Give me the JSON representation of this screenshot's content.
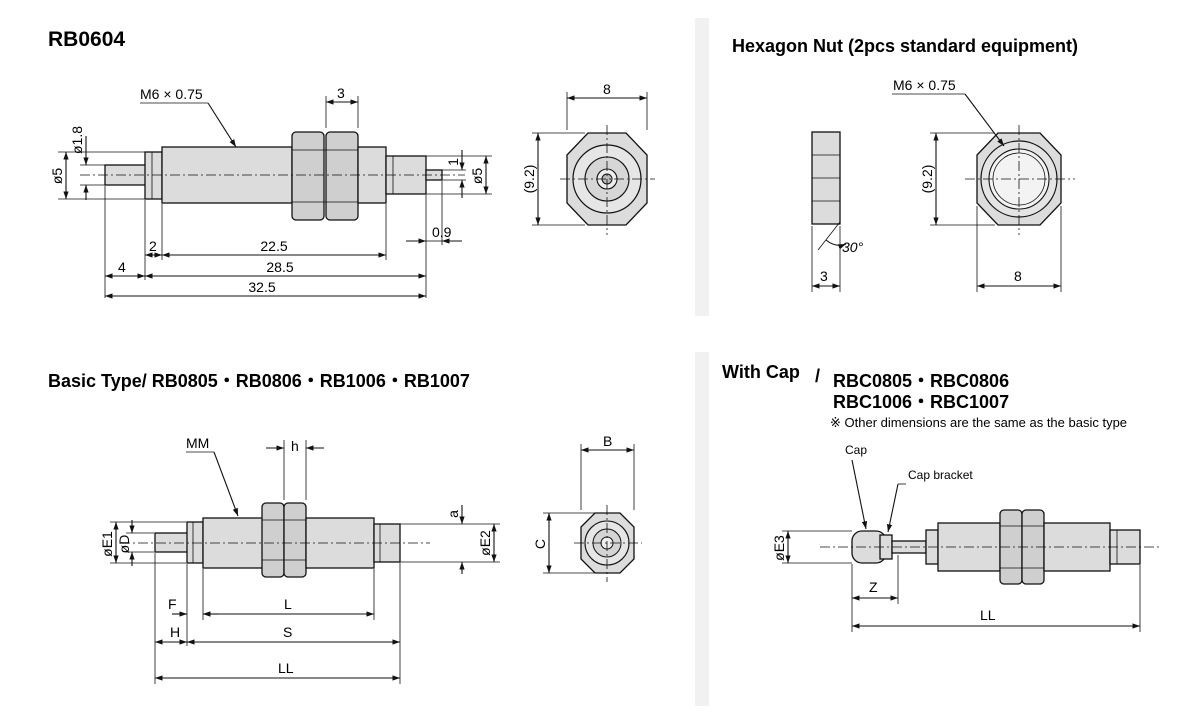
{
  "rb0604": {
    "title": "RB0604",
    "labels": {
      "thread": "M6 × 0.75",
      "nut_width": "3",
      "rod_dia": "ø1.8",
      "body_dia": "ø5",
      "end_dia": "ø5",
      "end_1": "1",
      "d_2": "2",
      "d_22_5": "22.5",
      "d_0_9": "0.9",
      "d_4": "4",
      "d_28_5": "28.5",
      "d_32_5": "32.5",
      "front_width": "8",
      "front_height": "(9.2)"
    }
  },
  "hex_nut": {
    "title": "Hexagon Nut (2pcs standard equipment)",
    "labels": {
      "thread": "M6 × 0.75",
      "height": "(9.2)",
      "thickness": "3",
      "width": "8",
      "angle": "30°"
    }
  },
  "basic": {
    "title": "Basic Type/ RB0805・RB0806・RB1006・RB1007",
    "labels": {
      "mm": "MM",
      "h": "h",
      "a": "a",
      "e1": "øE1",
      "d": "øD",
      "e2": "øE2",
      "f": "F",
      "l": "L",
      "hh": "H",
      "s": "S",
      "ll": "LL",
      "b": "B",
      "c": "C"
    }
  },
  "cap": {
    "title_1": "With Cap",
    "title_2": "RBC0805・RBC0806",
    "title_3": "RBC1006・RBC1007",
    "note": "※ Other dimensions are the same as the basic type",
    "labels": {
      "cap": "Cap",
      "cap_bracket": "Cap bracket",
      "e3": "øE3",
      "z": "Z",
      "ll": "LL"
    }
  }
}
